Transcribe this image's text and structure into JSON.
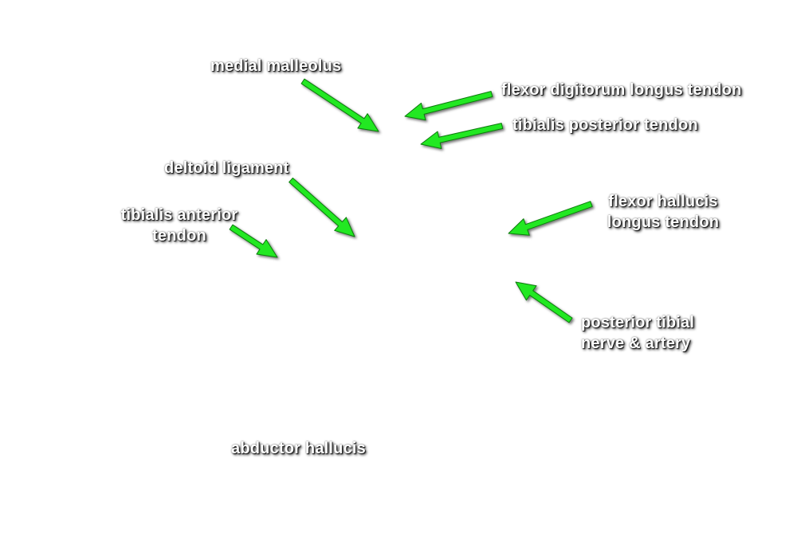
{
  "colors": {
    "background": "#ffffff",
    "label_text": "#ffffff",
    "label_shadow": "#111111",
    "arrow_fill": "#22e822",
    "arrow_stroke": "#0a7a0a"
  },
  "labels": {
    "medial_malleolus": "medial malleolus",
    "flexor_digitorum_longus": "flexor digitorum longus tendon",
    "tibialis_posterior": "tibialis posterior tendon",
    "deltoid_ligament": "deltoid ligament",
    "tibialis_anterior_line1": "tibialis anterior",
    "tibialis_anterior_line2": "tendon",
    "flexor_hallucis_line1": "flexor hallucis",
    "flexor_hallucis_line2": "longus tendon",
    "posterior_tibial_line1": "posterior tibial",
    "posterior_tibial_line2": "nerve & artery",
    "abductor_hallucis": "abductor hallucis"
  }
}
